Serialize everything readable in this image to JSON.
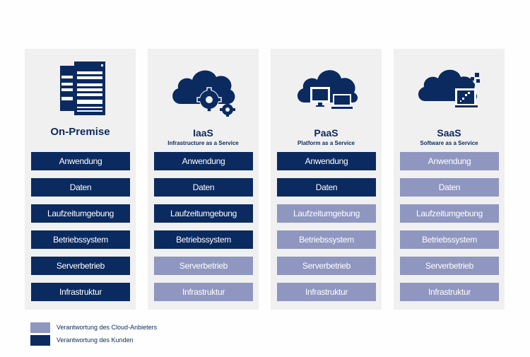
{
  "colors": {
    "customer": "#0b2a60",
    "provider": "#8f96c0",
    "column_bg": "#f0f0f0",
    "title": "#0d2a5c"
  },
  "columns": [
    {
      "id": "on-premise",
      "icon": "server-rack-icon",
      "title": "On-Premise",
      "subtitle": "",
      "layers": [
        {
          "label": "Anwendung",
          "owner": "kunde"
        },
        {
          "label": "Daten",
          "owner": "kunde"
        },
        {
          "label": "Laufzeitumgebung",
          "owner": "kunde"
        },
        {
          "label": "Betriebssystem",
          "owner": "kunde"
        },
        {
          "label": "Serverbetrieb",
          "owner": "kunde"
        },
        {
          "label": "Infrastruktur",
          "owner": "kunde"
        }
      ]
    },
    {
      "id": "iaas",
      "icon": "cloud-gears-icon",
      "title": "IaaS",
      "subtitle": "Infrastructure  as a Service",
      "layers": [
        {
          "label": "Anwendung",
          "owner": "kunde"
        },
        {
          "label": "Daten",
          "owner": "kunde"
        },
        {
          "label": "Laufzeitumgebung",
          "owner": "kunde"
        },
        {
          "label": "Betriebssystem",
          "owner": "kunde"
        },
        {
          "label": "Serverbetrieb",
          "owner": "anbieter"
        },
        {
          "label": "Infrastruktur",
          "owner": "anbieter"
        }
      ]
    },
    {
      "id": "paas",
      "icon": "cloud-devices-icon",
      "title": "PaaS",
      "subtitle": "Platform  as a Service",
      "layers": [
        {
          "label": "Anwendung",
          "owner": "kunde"
        },
        {
          "label": "Daten",
          "owner": "kunde"
        },
        {
          "label": "Laufzeitumgebung",
          "owner": "anbieter"
        },
        {
          "label": "Betriebssystem",
          "owner": "anbieter"
        },
        {
          "label": "Serverbetrieb",
          "owner": "anbieter"
        },
        {
          "label": "Infrastruktur",
          "owner": "anbieter"
        }
      ]
    },
    {
      "id": "saas",
      "icon": "cloud-laptop-icon",
      "title": "SaaS",
      "subtitle": "Software as a Service",
      "layers": [
        {
          "label": "Anwendung",
          "owner": "anbieter"
        },
        {
          "label": "Daten",
          "owner": "anbieter"
        },
        {
          "label": "Laufzeitumgebung",
          "owner": "anbieter"
        },
        {
          "label": "Betriebssystem",
          "owner": "anbieter"
        },
        {
          "label": "Serverbetrieb",
          "owner": "anbieter"
        },
        {
          "label": "Infrastruktur",
          "owner": "anbieter"
        }
      ]
    }
  ],
  "legend": [
    {
      "label": "Verantwortung  des Cloud-Anbieters",
      "owner": "anbieter"
    },
    {
      "label": "Verantwortung  des Kunden",
      "owner": "kunde"
    }
  ]
}
